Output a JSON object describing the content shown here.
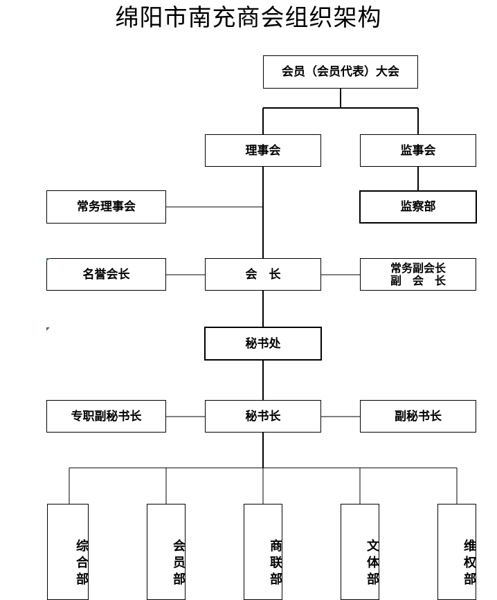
{
  "title": "绵阳市南充商会组织架构",
  "nodes": {
    "general_assembly": "会员（会员代表）大会",
    "council": "理事会",
    "supervisory_board": "监事会",
    "standing_council": "常务理事会",
    "supervision_dept": "监察部",
    "honorary_president": "名誉会长",
    "president": "会　长",
    "vice_presidents": [
      "常务副会长",
      "副　会　长"
    ],
    "secretariat": "秘书处",
    "full_time_deputy_sg": "专职副秘书长",
    "secretary_general": "秘书长",
    "deputy_sg": "副秘书长",
    "departments": [
      "综合部",
      "会员部",
      "商联部",
      "文体部",
      "维权部"
    ]
  }
}
